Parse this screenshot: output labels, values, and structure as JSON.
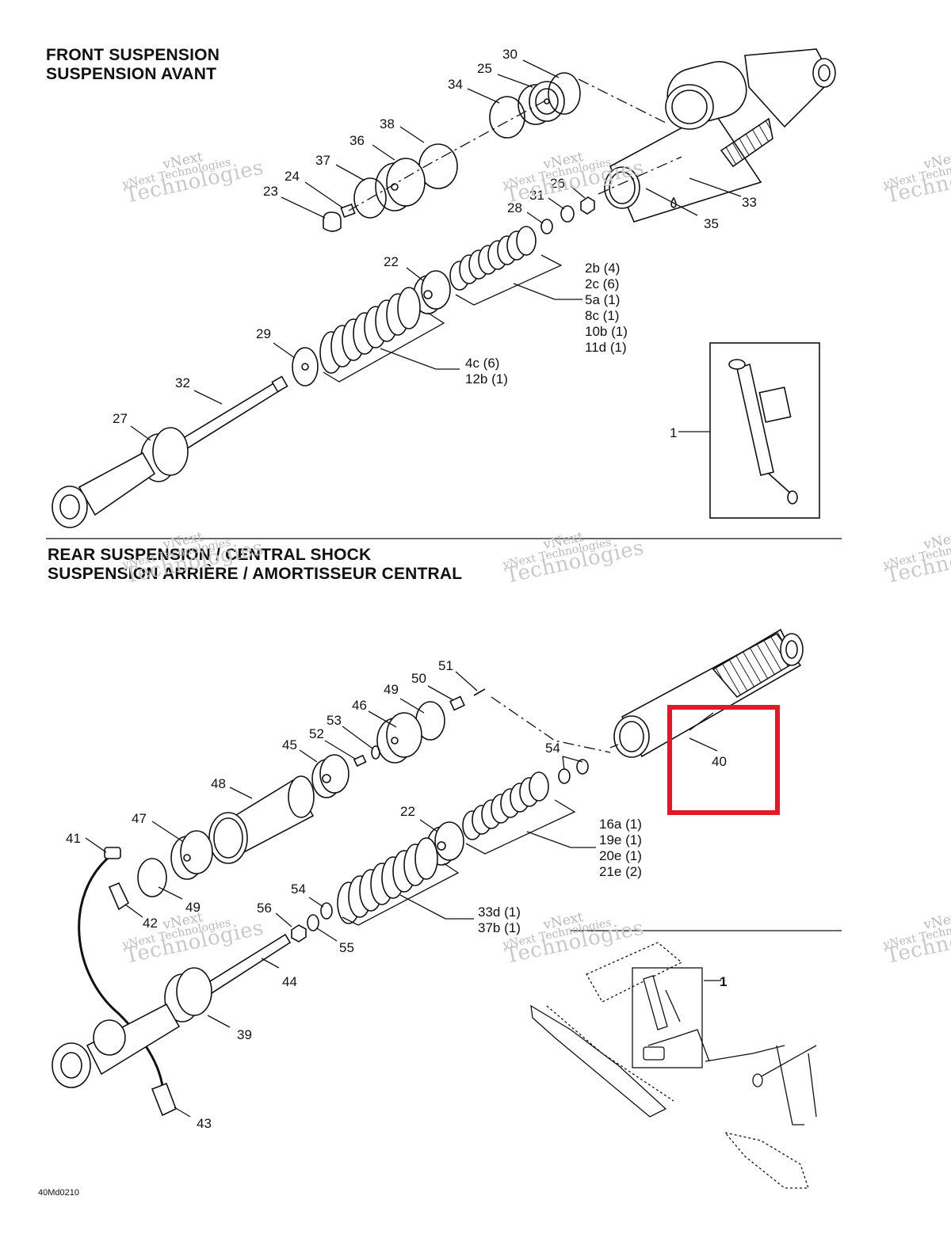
{
  "front": {
    "title_line1": "FRONT SUSPENSION",
    "title_line2": "SUSPENSION AVANT",
    "labels": [
      "30",
      "25",
      "34",
      "38",
      "36",
      "37",
      "24",
      "23",
      "26",
      "31",
      "28",
      "33",
      "35",
      "22",
      "29",
      "32",
      "27",
      "1"
    ],
    "lists": [
      [
        "2b (4)",
        "2c (6)",
        "5a (1)",
        "8c (1)",
        "10b (1)",
        "11d (1)"
      ],
      [
        "4c (6)",
        "12b (1)"
      ]
    ]
  },
  "rear": {
    "title_line1": "REAR SUSPENSION / CENTRAL SHOCK",
    "title_line2": "SUSPENSION ARRIÈRE / AMORTISSEUR CENTRAL",
    "labels": [
      "51",
      "50",
      "49",
      "46",
      "53",
      "52",
      "45",
      "48",
      "47",
      "41",
      "49",
      "42",
      "54",
      "22",
      "40",
      "54",
      "56",
      "55",
      "44",
      "39",
      "43",
      "1"
    ],
    "lists": [
      [
        "16a (1)",
        "19e (1)",
        "20e (1)",
        "21e (2)"
      ],
      [
        "33d (1)",
        "37b (1)"
      ]
    ]
  },
  "watermark": {
    "line1": "vNext",
    "line2": "vNext Technologies",
    "line3": "Technologies"
  },
  "highlight_color": "#e01b24",
  "drawing_code": "40Md0210"
}
